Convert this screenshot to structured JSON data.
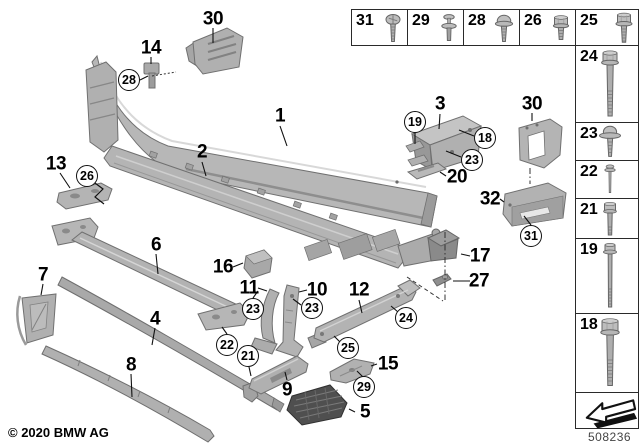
{
  "meta": {
    "copyright": "© 2020 BMW AG",
    "diagram_number": "508236"
  },
  "colors": {
    "background": "#ffffff",
    "part_fill": "#b3b3b3",
    "part_fill_dark": "#4f4f4f",
    "part_stroke": "#6e6e6e",
    "callout_line": "#111111",
    "table_border": "#2a2a2a",
    "diagram_number_color": "#444444"
  },
  "callouts": {
    "plain": [
      {
        "label": "30"
      },
      {
        "label": "14"
      },
      {
        "label": "1"
      },
      {
        "label": "2"
      },
      {
        "label": "3"
      },
      {
        "label": "20"
      },
      {
        "label": "30"
      },
      {
        "label": "32"
      },
      {
        "label": "13"
      },
      {
        "label": "6"
      },
      {
        "label": "16"
      },
      {
        "label": "7"
      },
      {
        "label": "11"
      },
      {
        "label": "10"
      },
      {
        "label": "12"
      },
      {
        "label": "17"
      },
      {
        "label": "27"
      },
      {
        "label": "4"
      },
      {
        "label": "15"
      },
      {
        "label": "8"
      },
      {
        "label": "9"
      },
      {
        "label": "5"
      }
    ],
    "circled": [
      {
        "label": "28"
      },
      {
        "label": "26"
      },
      {
        "label": "19"
      },
      {
        "label": "18"
      },
      {
        "label": "23"
      },
      {
        "label": "31"
      },
      {
        "label": "22"
      },
      {
        "label": "23"
      },
      {
        "label": "23"
      },
      {
        "label": "21"
      },
      {
        "label": "24"
      },
      {
        "label": "25"
      },
      {
        "label": "29"
      }
    ]
  },
  "fasteners": {
    "top_row": [
      {
        "num": "31",
        "icon": "pan-head-screw"
      },
      {
        "num": "29",
        "icon": "expansion-rivet"
      },
      {
        "num": "28",
        "icon": "washer-head-screw"
      },
      {
        "num": "26",
        "icon": "hex-bolt-short"
      },
      {
        "num": "25",
        "icon": "hex-flange-bolt"
      }
    ],
    "right_column": [
      {
        "num": "24",
        "icon": "hex-flange-bolt-long"
      },
      {
        "num": "23",
        "icon": "large-washer-screw"
      },
      {
        "num": "22",
        "icon": "push-pin"
      },
      {
        "num": "21",
        "icon": "hex-bolt"
      },
      {
        "num": "19",
        "icon": "hex-bolt-extra-long"
      },
      {
        "num": "18",
        "icon": "hex-flange-bolt-stout"
      }
    ],
    "direction_arrow_icon": "travel-direction-arrow"
  }
}
